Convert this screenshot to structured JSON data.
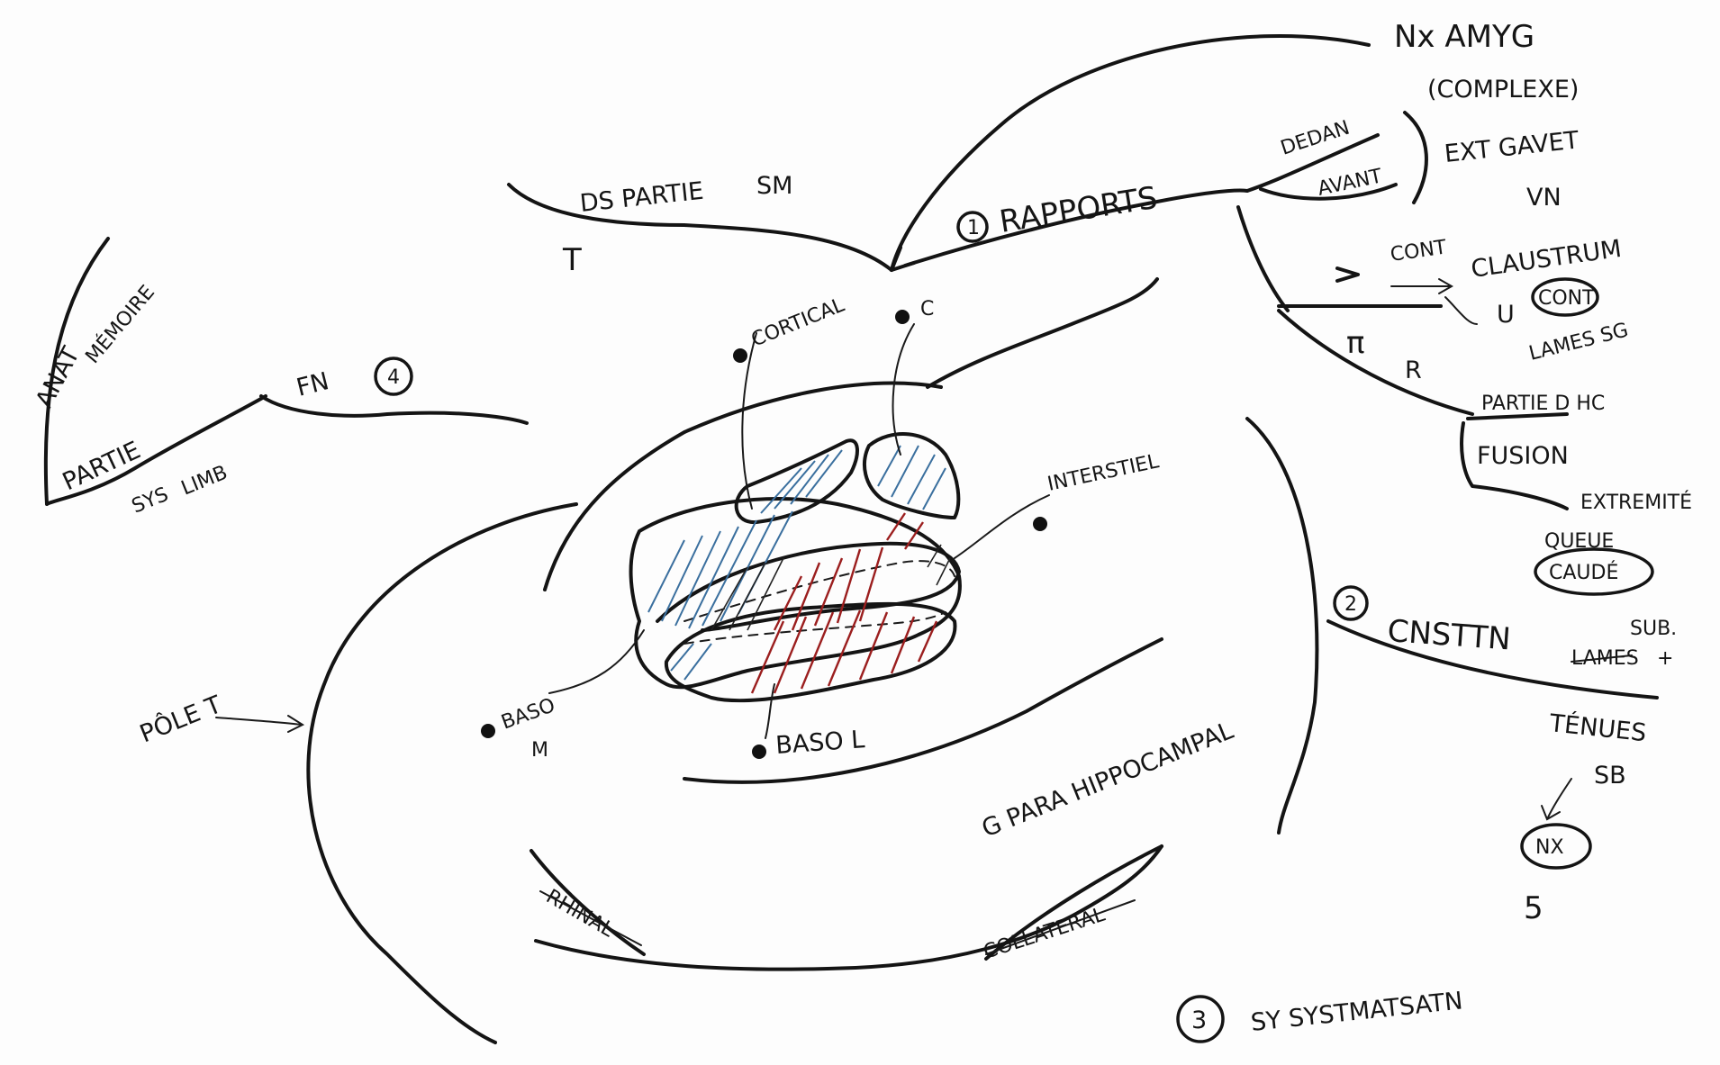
{
  "labels": {
    "nx_amyg": "Nx AMYG",
    "complexe": "(COMPLEXE)",
    "dedans": "DEDAN",
    "avant": "AVANT",
    "ext_gavet": "EXT GAVET",
    "vn": "VN",
    "rapports": "RAPPORTS",
    "rapports_num": "1",
    "ds_partie": "DS PARTIE",
    "sm": "SM",
    "t": "T",
    "anat": "ANAT",
    "memoire": "MÉMOIRE",
    "partie": "PARTIE",
    "sys_limb": "SYS",
    "limb": "LIMB",
    "fn": "FN",
    "fn_num": "4",
    "cortical": "CORTICAL",
    "c": "C",
    "cont": "CONT",
    "claustrum": "CLAUSTRUM",
    "u": "U",
    "cont2": "CONT",
    "lamelles_sg": "LAMES SG",
    "pi": "π",
    "r": "R",
    "partie_hc": "PARTIE D HC",
    "fusion": "FUSION",
    "extremite": "EXTREMITÉ",
    "queue": "QUEUE",
    "caude": "CAUDÉ",
    "interstitiel": "INTERSTIEL",
    "constitution_num": "2",
    "constitution": "CNSTTN",
    "sub_lamelles": "SUB.",
    "lamelles": "LAMES",
    "plus": "+",
    "tenues": "TÉNUES",
    "sb": "SB",
    "nx": "NX",
    "five": "5",
    "pole_t": "PÔLE T",
    "baso_m_1": "BASO",
    "baso_m_2": "M",
    "baso_l": "BASO L",
    "g_para": "G PARA HIPPOCAMPAL",
    "rhinal": "RHINAL",
    "collateral": "COLLATERAL",
    "syst_num": "3",
    "systematisation": "SY SYSTMATSATN"
  },
  "colors": {
    "ink": "#141414",
    "blue_hatch": "#3a6f9e",
    "red_hatch": "#9b1e1e",
    "paper": "#fdfdfd"
  }
}
